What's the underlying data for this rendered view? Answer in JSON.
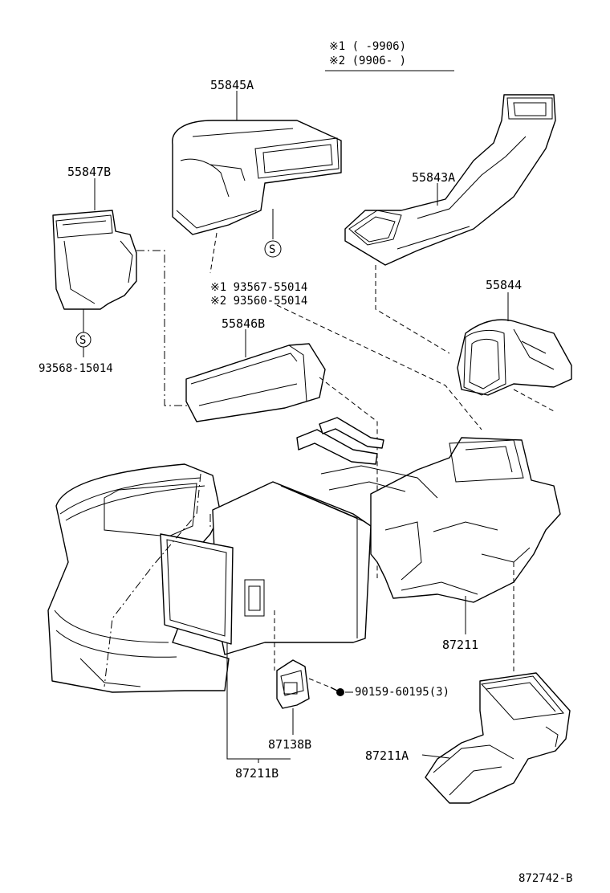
{
  "legend": {
    "note1": "※1 (     -9906)",
    "note2": "※2 (9906-      )"
  },
  "parts": {
    "p55845A": "55845A",
    "p55847B": "55847B",
    "p55843A": "55843A",
    "p55844": "55844",
    "p55846B": "55846B",
    "p93567": "※1 93567-55014",
    "p93560": "※2 93560-55014",
    "p93568": "93568-15014",
    "p87211": "87211",
    "p90159": "90159-60195(3)",
    "p87138B": "87138B",
    "p87211A": "87211A",
    "p87211B": "87211B"
  },
  "symbols": {
    "screw_mark": "S"
  },
  "figure_code": "872742-B"
}
